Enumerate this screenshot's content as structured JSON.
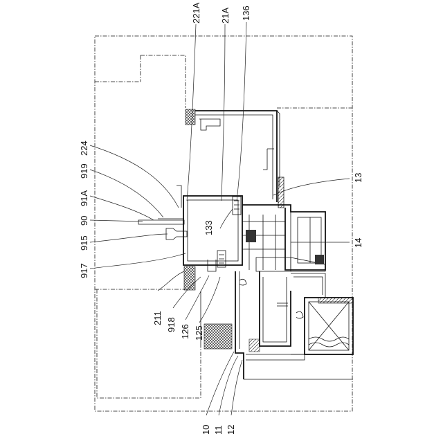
{
  "labels": {
    "l221A": "221A",
    "l21A": "21A",
    "l136": "136",
    "l224": "224",
    "l919": "919",
    "l91A": "91A",
    "l90": "90",
    "l915": "915",
    "l917": "917",
    "l13": "13",
    "l133": "133",
    "l14": "14",
    "l211": "211",
    "l918": "918",
    "l126": "126",
    "l125": "125",
    "l10": "10",
    "l11": "11",
    "l12": "12"
  }
}
